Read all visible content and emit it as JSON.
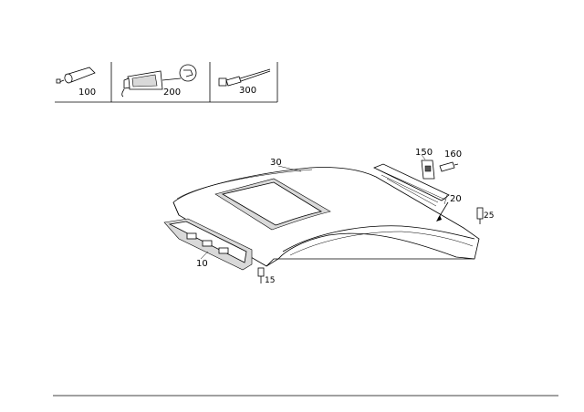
{
  "legend": {
    "items": [
      {
        "icon": "adhesive-cartridge-icon",
        "label": "100"
      },
      {
        "icon": "sealant-tube-wrench-icon",
        "label": "200"
      },
      {
        "icon": "blind-rivet-icon",
        "label": "300"
      }
    ]
  },
  "callouts": {
    "roof": "30",
    "bracket": "150",
    "plug": "160",
    "rail": "20",
    "clip_right": "25",
    "front_frame": "10",
    "clip_front": "15"
  }
}
